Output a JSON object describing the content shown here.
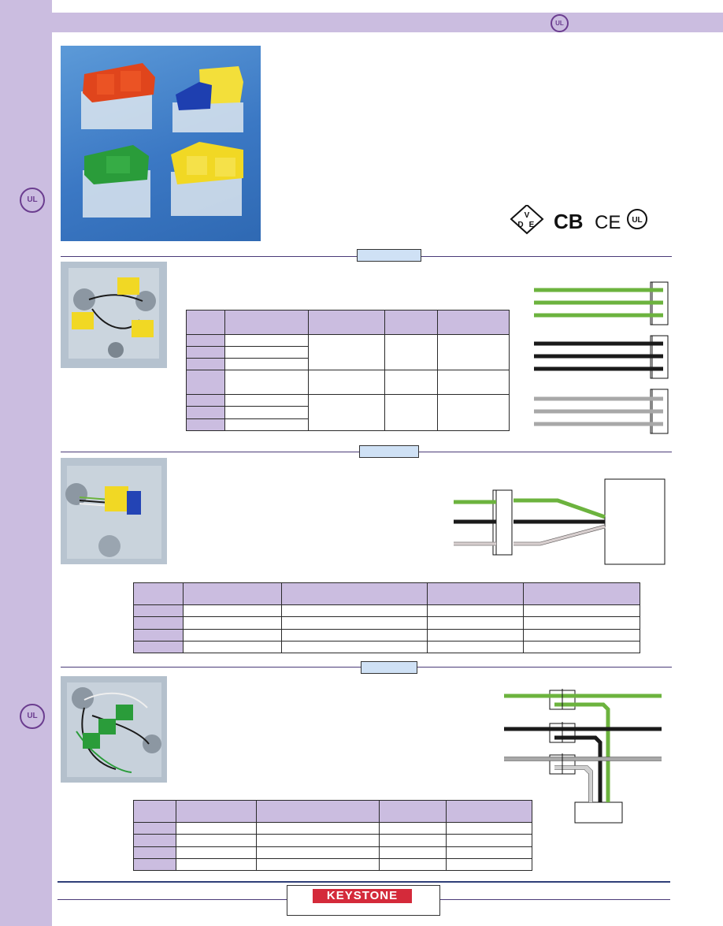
{
  "header": {
    "ul_mark": "UL",
    "sidebar_ul_mark": "UL"
  },
  "certifications": {
    "vde": "VDE",
    "cb": "CB",
    "ce": "CE",
    "ul": "UL"
  },
  "sections": [
    {
      "id": "splice"
    },
    {
      "id": "tap"
    },
    {
      "id": "branch"
    }
  ],
  "footer": {
    "logo_text": "KEYSTONE"
  },
  "colors": {
    "lavender": "#cbbde0",
    "rule": "#4a3a78",
    "tab": "#cfe1f5",
    "wire_green": "#6cb33e",
    "wire_black": "#1a1a1a",
    "wire_gray": "#a8a8a8",
    "logo_red": "#d42a3a"
  },
  "icons": [
    "ul-listed-icon",
    "vde-mark-icon",
    "cb-mark-icon",
    "ce-mark-icon",
    "ul-mark-icon"
  ]
}
